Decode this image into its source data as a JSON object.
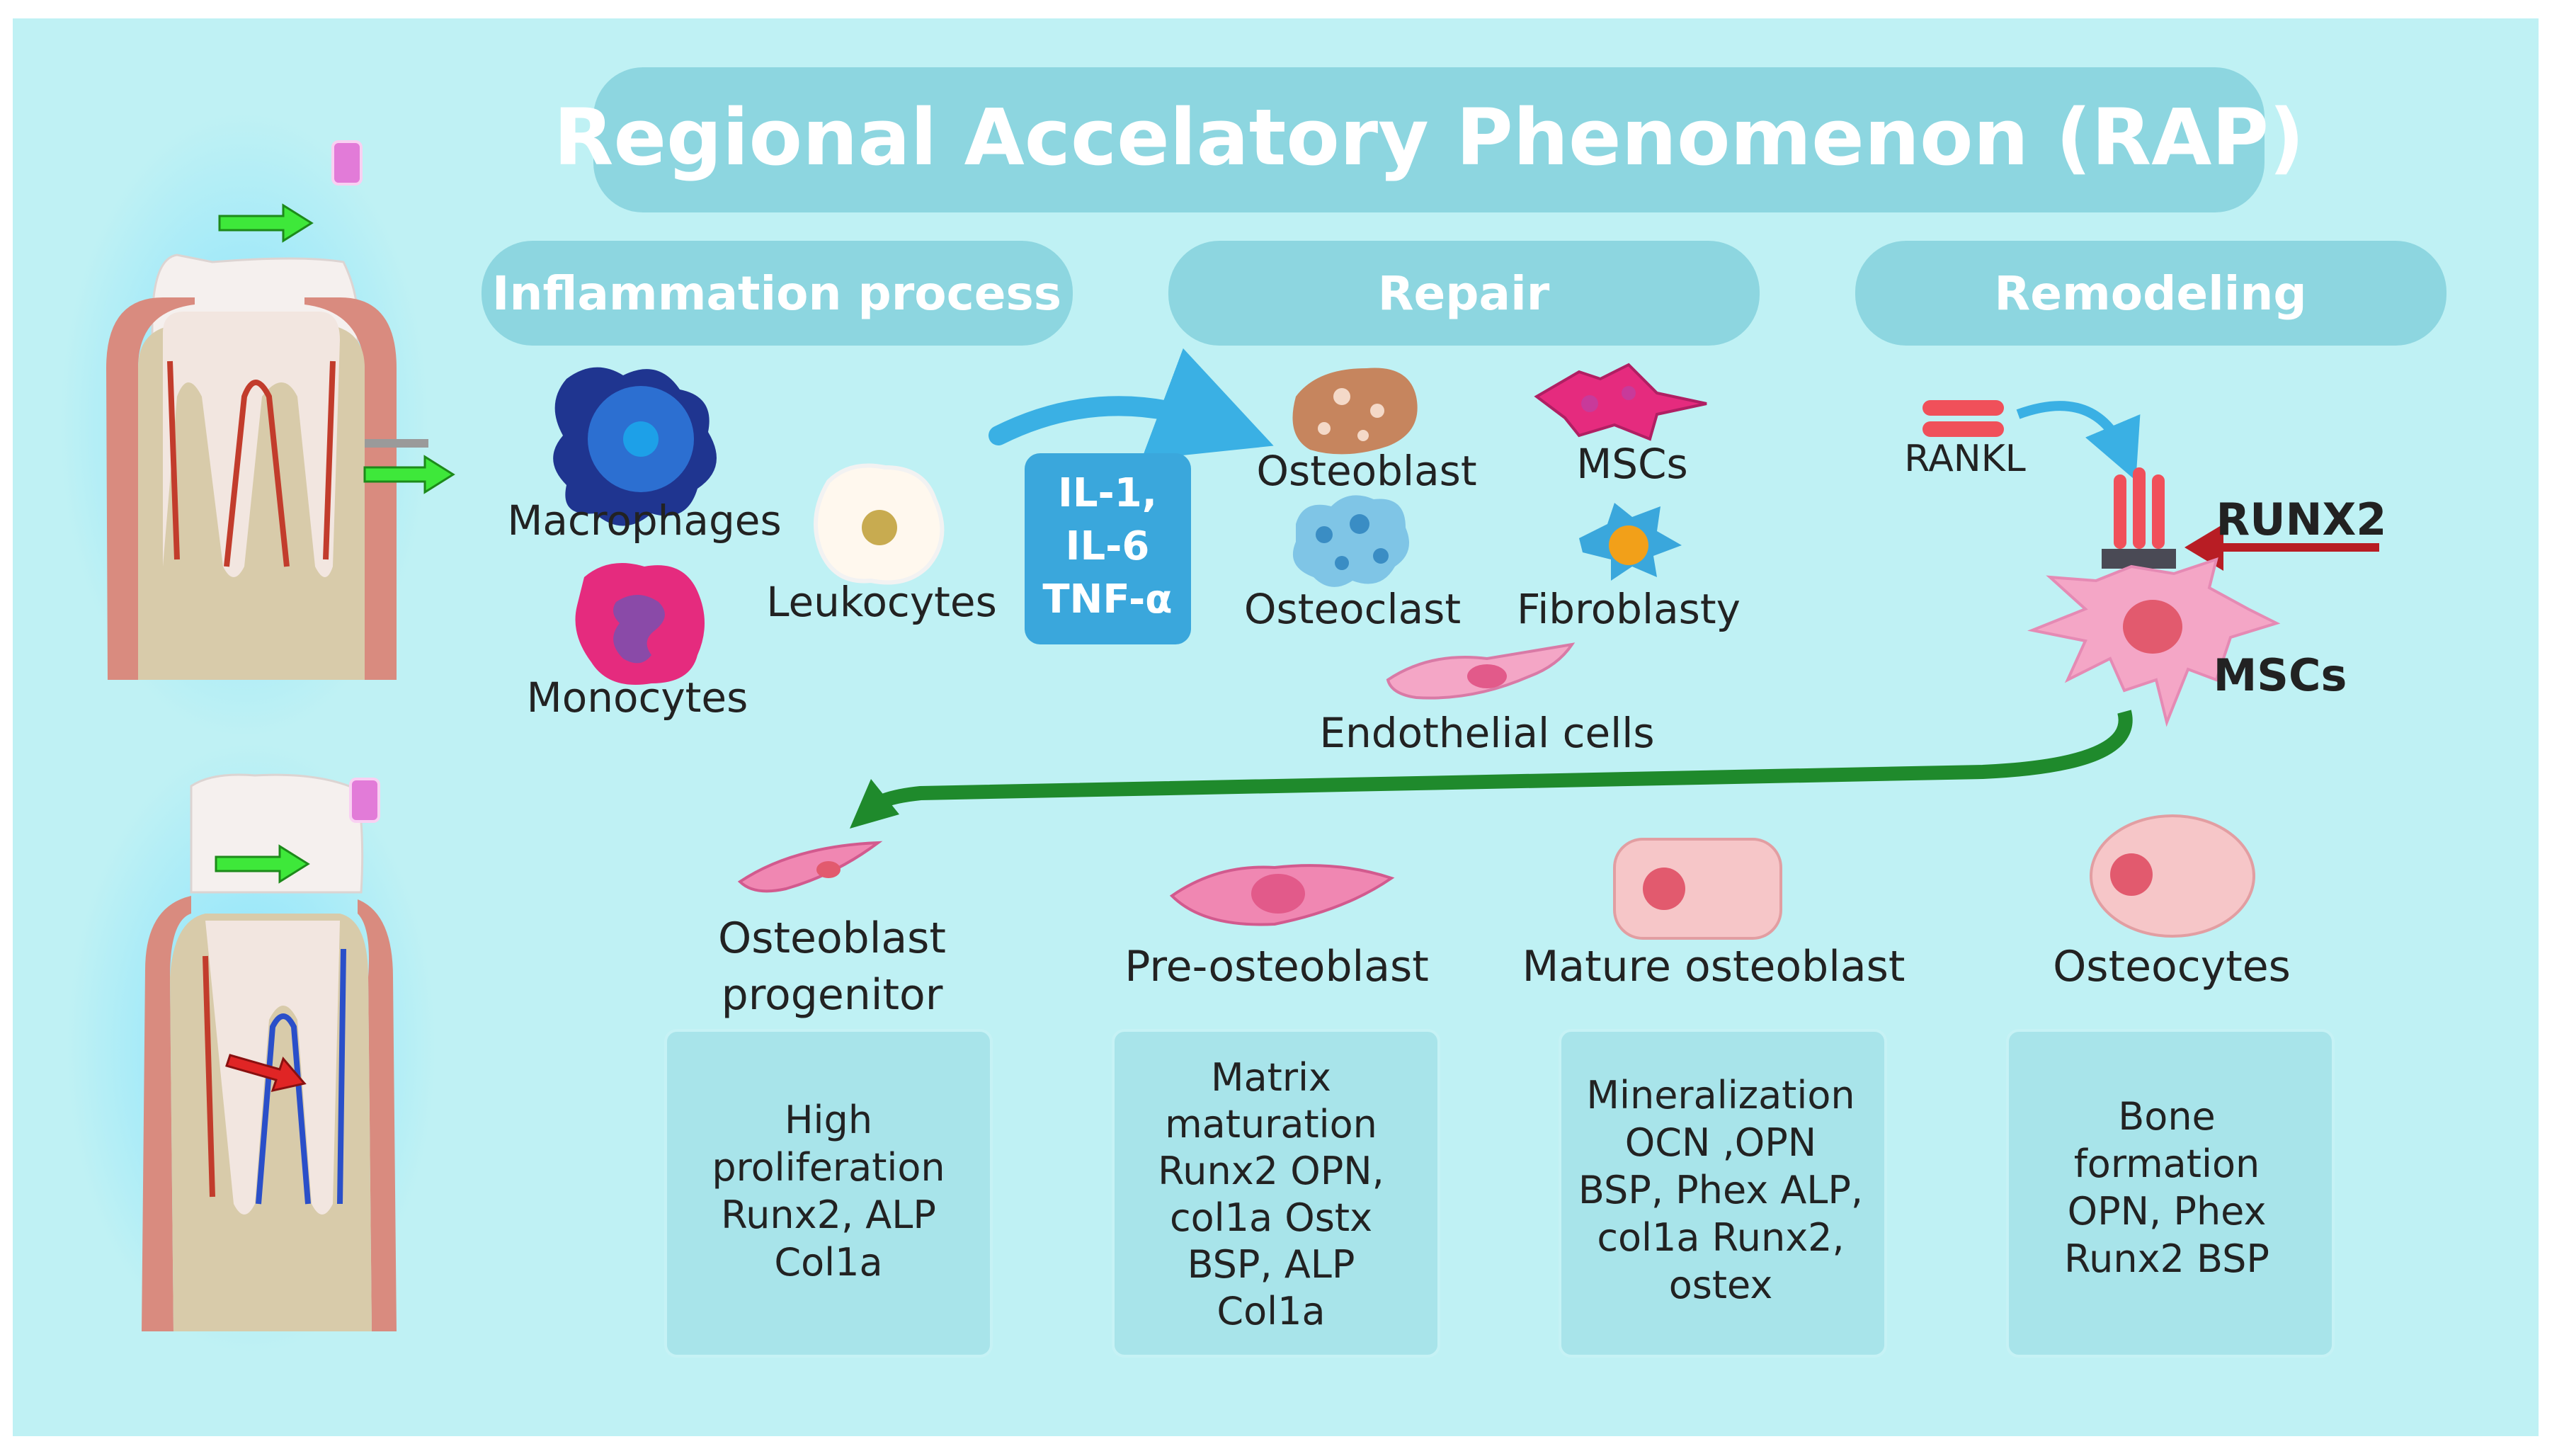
{
  "title": "Regional Accelatory Phenomenon (RAP)",
  "phases": [
    "Inflammation process",
    "Repair",
    "Remodeling"
  ],
  "inflammation_cells": {
    "macrophages": "Macrophages",
    "monocytes": "Monocytes",
    "leukocytes": "Leukocytes"
  },
  "cytokines": [
    "IL-1,",
    "IL-6",
    "TNF-α"
  ],
  "repair_cells": {
    "osteoblast": "Osteoblast",
    "mscs": "MSCs",
    "osteoclast": "Osteoclast",
    "fibroblasty": "Fibroblasty",
    "endothelial": "Endothelial cells"
  },
  "remodeling": {
    "rankl": "RANKL",
    "runx2": "RUNX2",
    "mscs": "MSCs"
  },
  "stages": [
    {
      "name_lines": [
        "Osteoblast",
        "progenitor"
      ],
      "desc_lines": [
        "High",
        "proliferation",
        "Runx2, ALP",
        "Col1a"
      ]
    },
    {
      "name_lines": [
        "Pre-osteoblast"
      ],
      "desc_lines": [
        "Matrix",
        "maturation",
        "Runx2 OPN,",
        "col1a Ostx",
        "BSP, ALP",
        "Col1a"
      ]
    },
    {
      "name_lines": [
        "Mature osteoblast"
      ],
      "desc_lines": [
        "Mineralization",
        "OCN ,OPN",
        "BSP, Phex ALP,",
        "col1a  Runx2,",
        "ostex"
      ]
    },
    {
      "name_lines": [
        "Osteocytes"
      ],
      "desc_lines": [
        "Bone",
        "formation",
        "OPN, Phex",
        "Runx2 BSP"
      ]
    }
  ],
  "colors": {
    "background": "#bff1f4",
    "header_pill": "#8dd6e0",
    "cytokine_box": "#3aa7dc",
    "flow_arrow": "#1f8a2c",
    "cytokine_arrow": "#3ab0e4",
    "runx2_arrow": "#b81d24",
    "tooth_arrow": "#3ee83a"
  }
}
